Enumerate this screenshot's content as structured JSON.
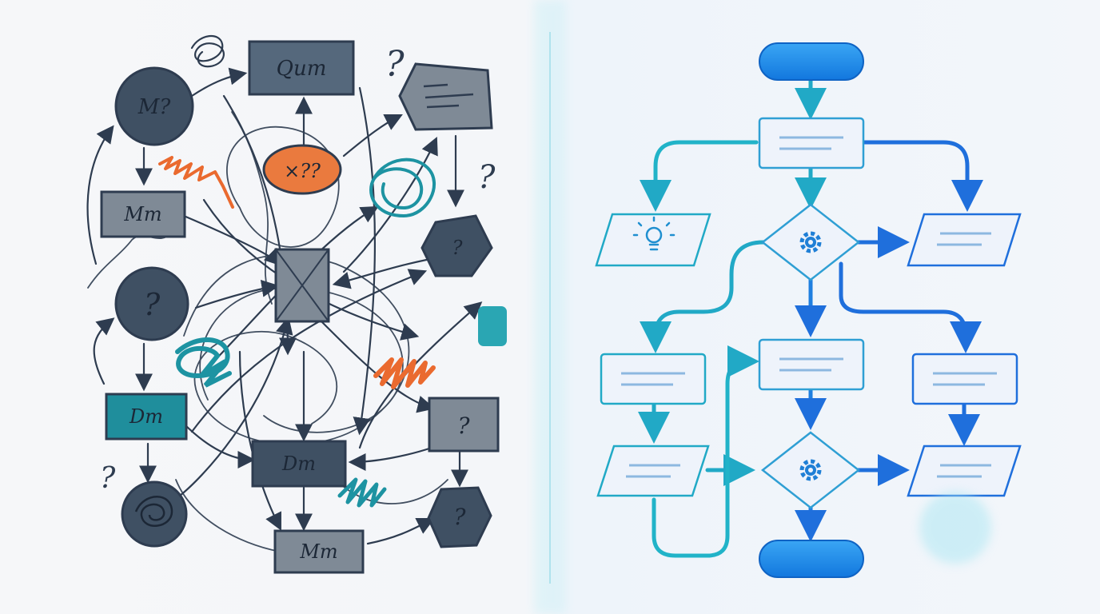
{
  "left_panel": {
    "name": "chaotic-sketch",
    "scribble_labels": [
      "Qum",
      "M?",
      "Mm",
      "?",
      "Dm",
      "Dm",
      "Mm",
      "×??",
      "?",
      "?",
      "?",
      "?",
      "?",
      "?"
    ],
    "colors": {
      "ink": "#2e3c50",
      "fill_dark": "#3f5063",
      "fill_grey": "#7f8a96",
      "orange": "#ea6a2f",
      "teal": "#1d93a2"
    }
  },
  "divider": {
    "color": "#7fd6e6"
  },
  "right_panel": {
    "name": "clean-flowchart",
    "colors": {
      "teal": "#21a9c6",
      "blue": "#1f6fdc",
      "terminal": "#1685e8",
      "node_fill": "#eef3fb",
      "node_border": "#2f9fd4",
      "line": "#8db8e0"
    },
    "icons": [
      "lightbulb-icon",
      "gear-icon",
      "gear-icon"
    ]
  }
}
